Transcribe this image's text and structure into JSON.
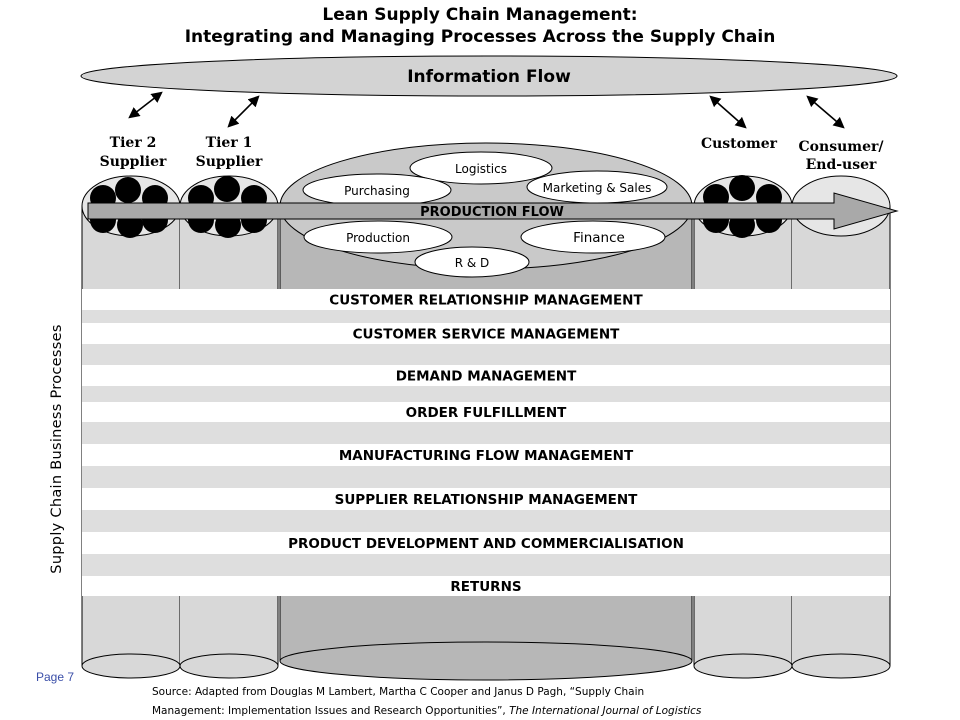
{
  "title": {
    "line1": "Lean Supply Chain Management:",
    "line2": "Integrating and Managing Processes Across the Supply Chain"
  },
  "information_flow": "Information Flow",
  "tiers": {
    "tier2_line1": "Tier 2",
    "tier2_line2": "Supplier",
    "tier1_line1": "Tier 1",
    "tier1_line2": "Supplier",
    "customer": "Customer",
    "consumer_line1": "Consumer/",
    "consumer_line2": "End-user"
  },
  "functions": {
    "logistics": "Logistics",
    "purchasing": "Purchasing",
    "marketing_sales": "Marketing & Sales",
    "production": "Production",
    "finance": "Finance",
    "rd": "R & D"
  },
  "production_flow": "PRODUCTION FLOW",
  "processes": [
    "CUSTOMER RELATIONSHIP MANAGEMENT",
    "CUSTOMER SERVICE MANAGEMENT",
    "DEMAND MANAGEMENT",
    "ORDER FULFILLMENT",
    "MANUFACTURING FLOW MANAGEMENT",
    "SUPPLIER RELATIONSHIP MANAGEMENT",
    "PRODUCT DEVELOPMENT AND COMMERCIALISATION",
    "RETURNS"
  ],
  "side_label": "Supply Chain Business Processes",
  "page_number": "Page 7",
  "source": {
    "line1": "Source:  Adapted from Douglas M Lambert, Martha C Cooper and Janus D Pagh, “Supply Chain",
    "line2_prefix": "Management:  Implementation  Issues  and Research  Opportunities”,",
    "line2_journal": "The International Journal of Logistics"
  },
  "colors": {
    "column_fill": "#d8d8d8",
    "center_column_fill": "#b7b7b7",
    "band_white": "#ffffff",
    "band_grey": "#dedede",
    "arrow_fill": "#a9a9a9",
    "page_number": "#3a4ea8"
  }
}
